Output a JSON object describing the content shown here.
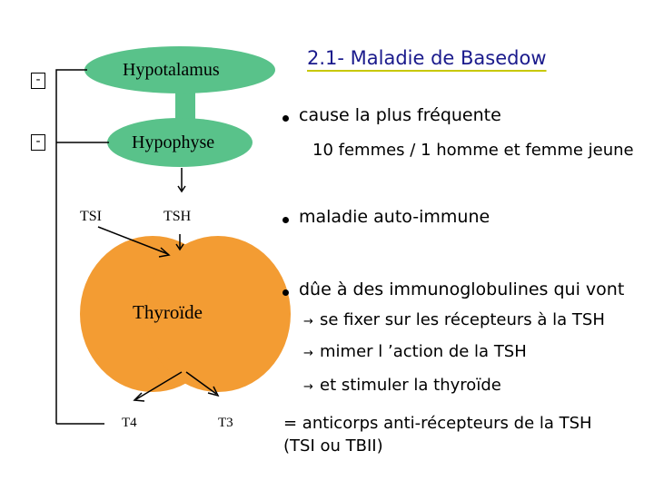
{
  "diagram": {
    "minus_symbol": "-",
    "hypothalamus": "Hypotalamus",
    "hypophyse": "Hypophyse",
    "tsi": "TSI",
    "tsh": "TSH",
    "thyroide": "Thyroïde",
    "t4": "T4",
    "t3": "T3",
    "colors": {
      "gland_green": "#59c28a",
      "thyroid_orange": "#f39c33"
    }
  },
  "content": {
    "title": "2.1- Maladie de Basedow",
    "bullet1": "cause la plus fréquente",
    "line2": "10 femmes / 1 homme  et femme jeune",
    "bullet2": "maladie auto-immune",
    "bullet3": "dûe à des immunoglobulines qui vont",
    "arrow_symbol": "→",
    "sub1": "se fixer sur les récepteurs à la TSH",
    "sub2": "mimer l ’action de la TSH",
    "sub3": "et stimuler la thyroïde",
    "conclusion1": "= anticorps anti-récepteurs de la TSH",
    "conclusion2": "(TSI ou TBII)"
  }
}
